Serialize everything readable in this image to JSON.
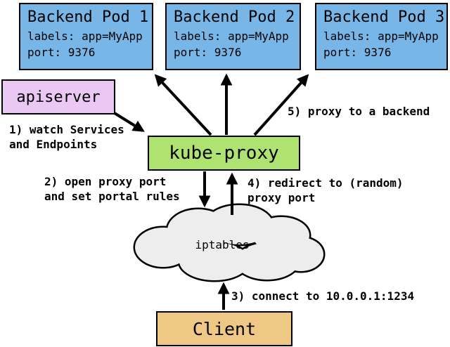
{
  "diagram": {
    "pods": [
      {
        "title": "Backend Pod 1",
        "labels_line": "labels: app=MyApp",
        "port_line": "port: 9376"
      },
      {
        "title": "Backend Pod 2",
        "labels_line": "labels: app=MyApp",
        "port_line": "port: 9376"
      },
      {
        "title": "Backend Pod 3",
        "labels_line": "labels: app=MyApp",
        "port_line": "port: 9376"
      }
    ],
    "apiserver": {
      "label": "apiserver"
    },
    "kube_proxy": {
      "label": "kube-proxy"
    },
    "iptables": {
      "label": "iptables"
    },
    "client": {
      "label": "Client"
    },
    "annotations": {
      "step1": "1) watch Services\nand Endpoints",
      "step2": "2) open proxy port\nand set portal rules",
      "step3": "3) connect to 10.0.0.1:1234",
      "step4": "4) redirect to (random)\nproxy port",
      "step5": "5) proxy to a backend"
    },
    "colors": {
      "pod_fill": "#79B6E8",
      "apiserver_fill": "#EBC8F3",
      "kube_proxy_fill": "#AEE371",
      "iptables_fill": "#EDEDED",
      "client_fill": "#EFC885",
      "border": "#000000",
      "arrow": "#000000",
      "background": "#FFFFFF"
    }
  }
}
